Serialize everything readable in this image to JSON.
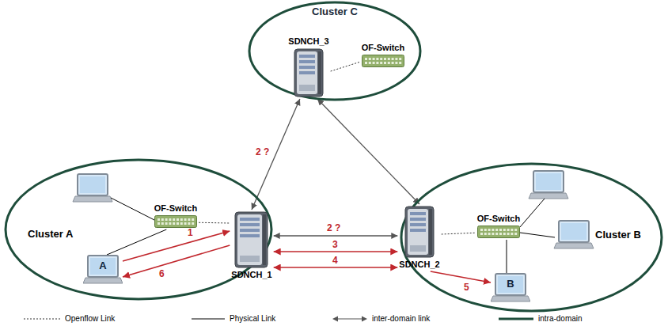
{
  "diagram": {
    "nodes": [
      {
        "text": [
          "Cluster C"
        ]
      },
      {
        "text": [
          "SDNCH_3"
        ],
        "in": 0
      },
      {
        "text": [
          "OF-Switch"
        ],
        "in": 0
      },
      {
        "text": [
          "Cluster A"
        ]
      },
      {
        "text": [
          "OF-Switch"
        ],
        "in": 3
      },
      {
        "text": [
          "SDNCH_1"
        ],
        "in": 3
      },
      {
        "text": [
          "A"
        ],
        "in": 3
      },
      {
        "text": [
          "Cluster B"
        ]
      },
      {
        "text": [
          "SDNCH_2"
        ],
        "in": 7
      },
      {
        "text": [
          "OF-Switch"
        ],
        "in": 7
      },
      {
        "text": [
          "B"
        ],
        "in": 7
      }
    ],
    "edges": [
      {
        "from": 1,
        "to": 5,
        "arrow": "both",
        "label": "2 ?"
      },
      {
        "from": 1,
        "to": 8,
        "arrow": "both"
      },
      {
        "from": 5,
        "to": 8,
        "arrow": "both",
        "label": "2 ?"
      },
      {
        "from": 5,
        "to": 8,
        "arrow": "both",
        "label": "3"
      },
      {
        "from": 5,
        "to": 8,
        "arrow": "both",
        "label": "4"
      },
      {
        "from": 6,
        "to": 5,
        "arrow": "to",
        "label": "1"
      },
      {
        "from": 5,
        "to": 6,
        "arrow": "to",
        "label": "6"
      },
      {
        "from": 8,
        "to": 10,
        "arrow": "to",
        "label": "5"
      },
      {
        "from": 1,
        "to": 2,
        "arrow": "none"
      },
      {
        "from": 4,
        "to": 5,
        "arrow": "none"
      },
      {
        "from": 8,
        "to": 9,
        "arrow": "none"
      },
      {
        "from": 4,
        "to": 6,
        "arrow": "none"
      },
      {
        "from": 9,
        "to": 10,
        "arrow": "none"
      }
    ],
    "legend": [
      {
        "text": "Openflow Link"
      },
      {
        "text": "Physical Link"
      },
      {
        "text": "inter-domain link"
      },
      {
        "text": "intra-domain"
      }
    ]
  }
}
